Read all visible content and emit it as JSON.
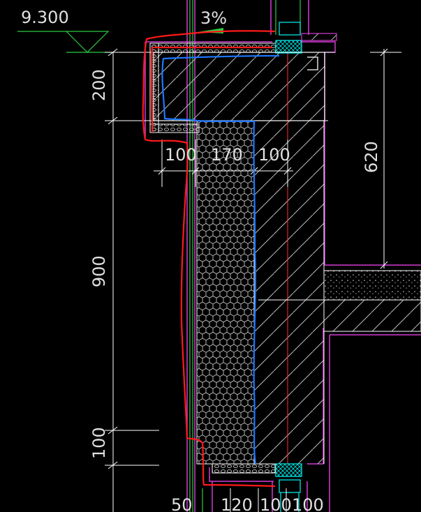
{
  "dimensions": {
    "elevation": "9.300",
    "slope": "3%",
    "v_200": "200",
    "v_900": "900",
    "v_100": "100",
    "v_620": "620",
    "h_top_100a": "100",
    "h_top_170": "170",
    "h_top_100b": "100",
    "b_50": "50",
    "b_120": "120",
    "b_100a": "100",
    "b_100b": "100"
  },
  "colors": {
    "background": "#000000",
    "dimension_lines": "#ffffff",
    "magenta_lines": "#d23cd2",
    "green_lines": "#2ecc40",
    "hatch": "#c8c8c8",
    "red_markup": "#ff1a1a",
    "blue_markup": "#1e78ff",
    "cyan_parts": "#00e5e5"
  }
}
